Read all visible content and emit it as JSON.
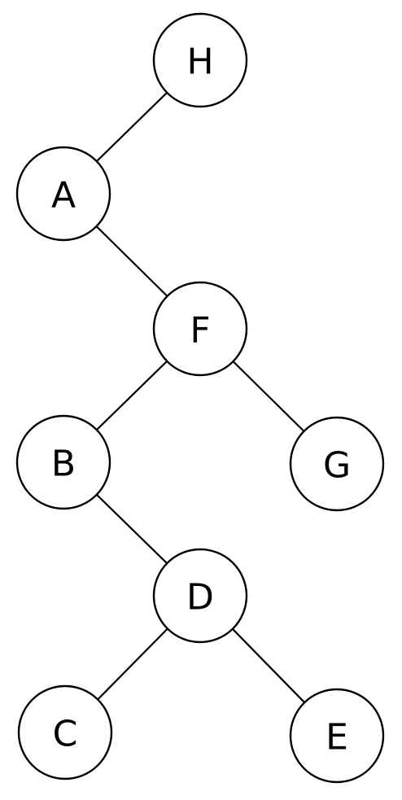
{
  "tree": {
    "nodes": [
      {
        "id": "H",
        "label": "H"
      },
      {
        "id": "A",
        "label": "A"
      },
      {
        "id": "F",
        "label": "F"
      },
      {
        "id": "B",
        "label": "B"
      },
      {
        "id": "G",
        "label": "G"
      },
      {
        "id": "D",
        "label": "D"
      },
      {
        "id": "C",
        "label": "C"
      },
      {
        "id": "E",
        "label": "E"
      }
    ],
    "edges": [
      {
        "from": "H",
        "to": "A"
      },
      {
        "from": "A",
        "to": "F"
      },
      {
        "from": "F",
        "to": "B"
      },
      {
        "from": "F",
        "to": "G"
      },
      {
        "from": "B",
        "to": "D"
      },
      {
        "from": "D",
        "to": "C"
      },
      {
        "from": "D",
        "to": "E"
      }
    ]
  }
}
